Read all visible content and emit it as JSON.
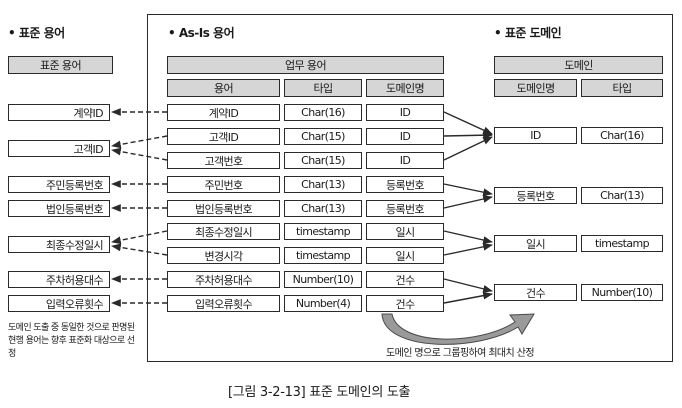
{
  "headings": {
    "standard_terms": "• 표준 용어",
    "asis_terms": "• As-Is 용어",
    "standard_domain": "• 표준 도메인"
  },
  "standard_terms": {
    "header": "표준 용어",
    "items": [
      "계약ID",
      "고객ID",
      "주민등록번호",
      "법인등록번호",
      "최종수정일시",
      "주차허용대수",
      "입력오류횟수"
    ]
  },
  "asis": {
    "group_header": "업무 용어",
    "columns": [
      "용어",
      "타입",
      "도메인명"
    ],
    "rows": [
      [
        "계약ID",
        "Char(16)",
        "ID"
      ],
      [
        "고객ID",
        "Char(15)",
        "ID"
      ],
      [
        "고객번호",
        "Char(15)",
        "ID"
      ],
      [
        "주민번호",
        "Char(13)",
        "등록번호"
      ],
      [
        "법인등록번호",
        "Char(13)",
        "등록번호"
      ],
      [
        "최종수정일시",
        "timestamp",
        "일시"
      ],
      [
        "변경시각",
        "timestamp",
        "일시"
      ],
      [
        "주차허용대수",
        "Number(10)",
        "건수"
      ],
      [
        "입력오류횟수",
        "Number(4)",
        "건수"
      ]
    ]
  },
  "standard_domain": {
    "group_header": "도메인",
    "columns": [
      "도메인명",
      "타입"
    ],
    "rows": [
      [
        "ID",
        "Char(16)"
      ],
      [
        "등록번호",
        "Char(13)"
      ],
      [
        "일시",
        "timestamp"
      ],
      [
        "건수",
        "Number(10)"
      ]
    ]
  },
  "note": "도메인 도출 중 동일한 것으로 판명된 현행 용어는 향후 표준화 대상으로 선정",
  "grouping_label": "도메인 명으로 그룹핑하여 최대치 산정",
  "caption": "[그림 3-2-13] 표준 도메인의 도출",
  "colors": {
    "line": "#2a2a2a",
    "header_fill": "#d6d6d6",
    "arrow_fill": "#9a9a9a"
  }
}
